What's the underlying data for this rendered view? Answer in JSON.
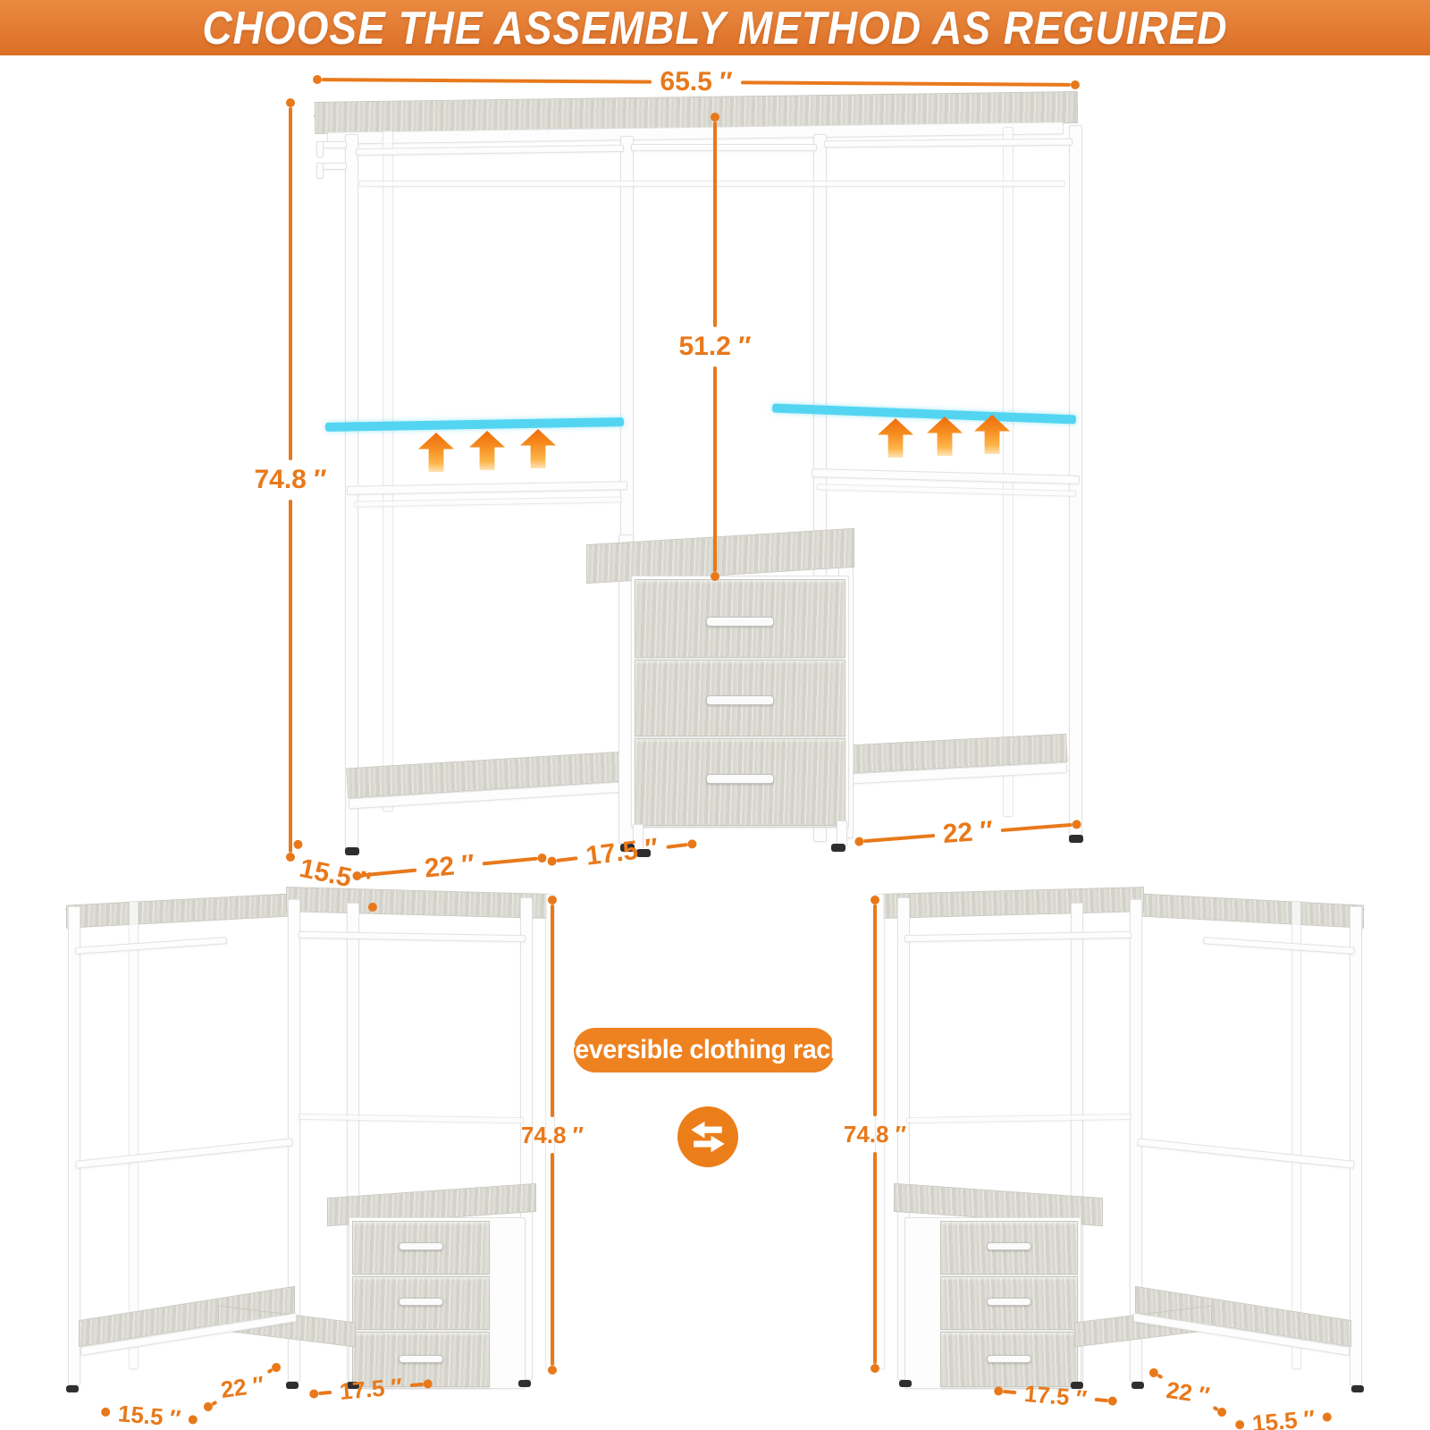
{
  "banner": {
    "title": "CHOOSE THE ASSEMBLY METHOD AS REGUIRED"
  },
  "badge": {
    "label": "reversible clothing rack"
  },
  "icons": {
    "swap": "swap-arrows",
    "up_arrow": "up-arrow",
    "led_strip": "led-strip"
  },
  "colors": {
    "accent_orange": "#E8791B",
    "banner_orange": "#E0752D",
    "badge_orange": "#EE8220",
    "led_cyan": "#53D5F2",
    "wood_gray": "#DBDAD2",
    "frame_white": "#FDFDFD"
  },
  "main_rack": {
    "width": "65.5 ″",
    "height": "74.8 ″",
    "center_height": "51.2 ″",
    "depth": "15.5 ″",
    "left_width": "22 ″",
    "center_width": "17.5 ″",
    "right_width": "22 ″"
  },
  "left_variant": {
    "height": "74.8 ″",
    "corner_width": "22 ″",
    "drawer_width": "17.5 ″",
    "depth": "15.5 ″"
  },
  "right_variant": {
    "height": "74.8 ″",
    "drawer_width": "17.5 ″",
    "corner_width": "22 ″",
    "depth": "15.5 ″"
  }
}
